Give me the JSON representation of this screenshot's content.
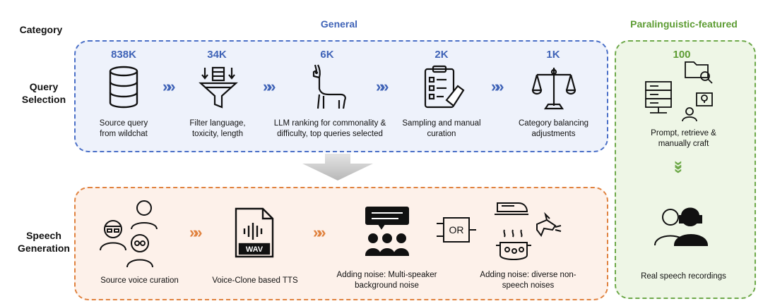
{
  "header": {
    "category_label": "Category",
    "general_label": "General",
    "paralinguistic_label": "Paralinguistic-featured"
  },
  "rows": {
    "query_selection": "Query\nSelection",
    "speech_generation": "Speech\nGeneration"
  },
  "query_steps": [
    {
      "count": "838K",
      "caption": "Source query\nfrom wildchat",
      "icon": "database-icon"
    },
    {
      "count": "34K",
      "caption": "Filter language,\ntoxicity, length",
      "icon": "filter-funnel-icon"
    },
    {
      "count": "6K",
      "caption": "LLM ranking for commonality &\ndifficulty, top queries selected",
      "icon": "llama-icon"
    },
    {
      "count": "2K",
      "caption": "Sampling and manual\ncuration",
      "icon": "clipboard-checklist-icon"
    },
    {
      "count": "1K",
      "caption": "Category balancing\nadjustments",
      "icon": "balance-scale-icon"
    }
  ],
  "speech_steps": [
    {
      "caption": "Source voice curation",
      "icon": "speaker-people-icon"
    },
    {
      "caption": "Voice-Clone based TTS",
      "icon": "wav-file-icon",
      "icon_text": "WAV"
    },
    {
      "caption": "Adding noise: Multi-speaker\nbackground noise",
      "icon": "crowd-speech-icon"
    },
    {
      "or_label": "OR",
      "icon": "or-gate-icon"
    },
    {
      "caption": "Adding noise: diverse non-\nspeech noises",
      "icon": "noise-sources-icon"
    }
  ],
  "paralinguistic": {
    "count": "100",
    "caption_top": "Prompt, retrieve &\nmanually craft",
    "caption_bottom": "Real speech recordings",
    "icons": [
      "server-icon",
      "folder-search-icon",
      "person-idea-icon",
      "headset-speaker-icon"
    ]
  },
  "colors": {
    "general_border": "#4a6fc7",
    "general_fill": "#eef2fb",
    "speech_border": "#e0823f",
    "speech_fill": "#fdf1ea",
    "para_border": "#6ea94a",
    "para_fill": "#eef6e6",
    "general_text": "#3f63b7",
    "para_text": "#5d9c33"
  }
}
